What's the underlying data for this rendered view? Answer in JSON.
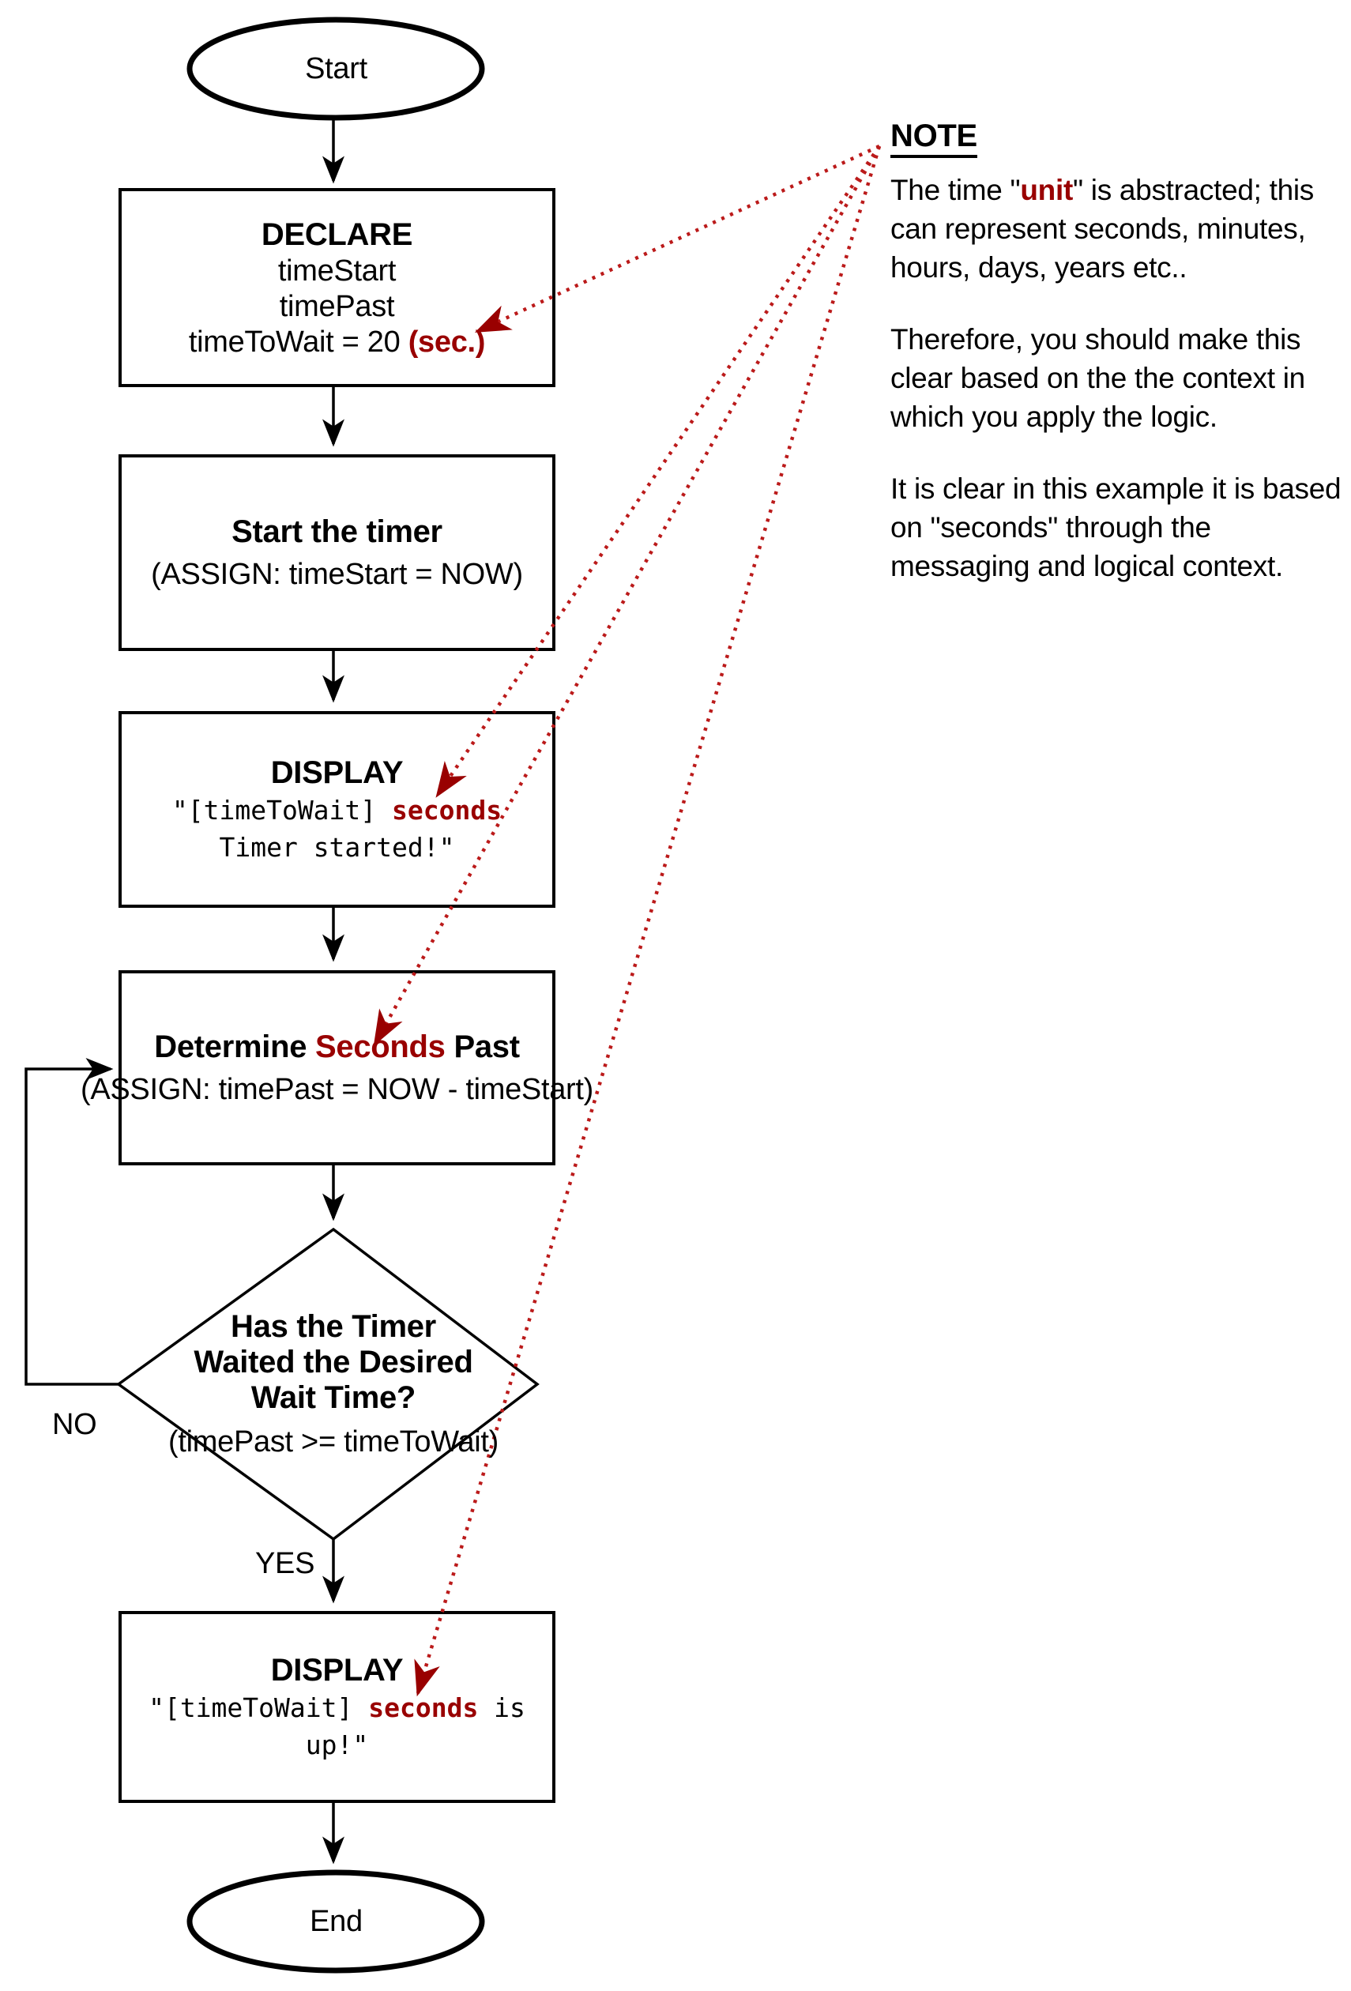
{
  "colors": {
    "red_text": "#990000",
    "red_dotted_line": "#bb1a1a",
    "diagram_black": "#000000"
  },
  "flow": {
    "start": {
      "label": "Start"
    },
    "declare": {
      "title": "DECLARE",
      "line1": "timeStart",
      "line2": "timePast",
      "line3_black": "timeToWait = 20 ",
      "line3_red": "(sec.)"
    },
    "timer": {
      "title": "Start the timer",
      "sub": "(ASSIGN: timeStart = NOW)"
    },
    "display1": {
      "title": "DISPLAY",
      "l1_pre": "\"[timeToWait] ",
      "l1_red": "seconds",
      "l2": "Timer started!\""
    },
    "determine": {
      "t_pre": "Determine ",
      "t_red": "Seconds",
      "t_post": " Past",
      "sub": "(ASSIGN: timePast = NOW - timeStart)"
    },
    "decision": {
      "l1": "Has the Timer",
      "l2": "Waited the Desired",
      "l3": "Wait Time?",
      "cond": "(timePast >= timeToWait)"
    },
    "no_label": "NO",
    "yes_label": "YES",
    "display2": {
      "title": "DISPLAY",
      "l1_pre": "\"[timeToWait] ",
      "l1_red": "seconds",
      "l1_post": " is",
      "l2": "up!\""
    },
    "end": {
      "label": "End"
    }
  },
  "note": {
    "heading": "NOTE",
    "p1_l1_pre": "The time \"",
    "p1_l1_red": "unit",
    "p1_l1_post": "\" is abstracted; this",
    "p1_l2": "can represent seconds, minutes,",
    "p1_l3": "hours, days, years etc..",
    "p2_l1": "Therefore, you should make this",
    "p2_l2": "clear based on the the context in",
    "p2_l3": "which you apply the logic.",
    "p3_l1": "It is clear in this example it is based",
    "p3_l2": "on \"seconds\" through the",
    "p3_l3": "messaging and logical context."
  }
}
